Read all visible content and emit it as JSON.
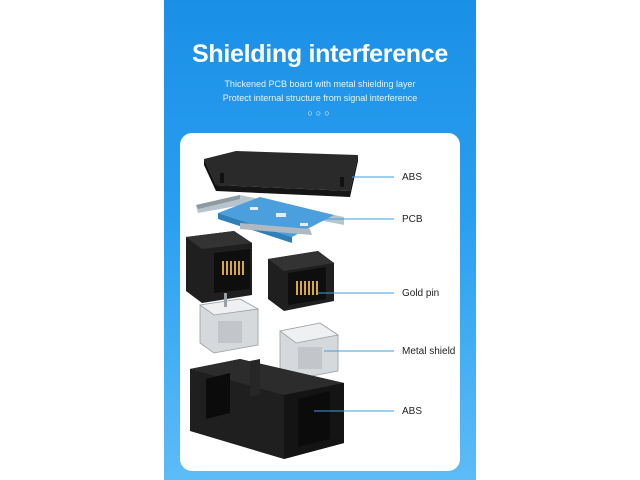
{
  "header": {
    "title": "Shielding interference",
    "subtitle_line1": "Thickened PCB board with metal shielding layer",
    "subtitle_line2": "Protect internal structure from signal interference",
    "dots": "○○○"
  },
  "labels": {
    "abs_top": "ABS",
    "pcb": "PCB",
    "gold_pin": "Gold pin",
    "metal_shield": "Metal shield",
    "abs_bottom": "ABS"
  },
  "colors": {
    "panel_blue": "#1a8fe6",
    "pcb_blue": "#4a9fdc",
    "leader_line": "#3aa0e6",
    "housing_black": "#1f1f1f",
    "gold": "#d9a73a"
  }
}
